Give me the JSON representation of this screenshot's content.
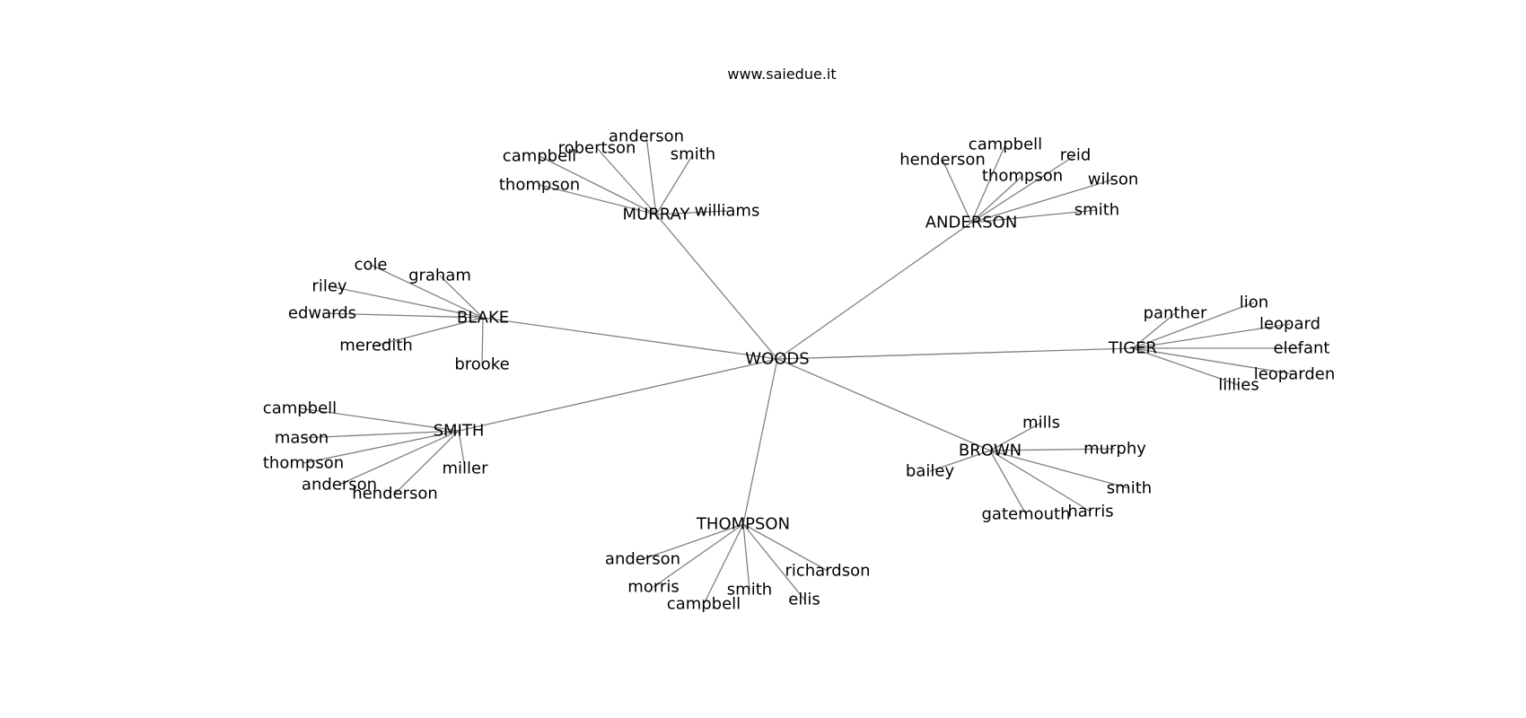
{
  "title": "www.saiedue.it",
  "graph": {
    "root": "WOODS",
    "groups": [
      {
        "hub": "MURRAY",
        "leaves": [
          "anderson",
          "robertson",
          "campbell",
          "smith",
          "thompson",
          "williams"
        ]
      },
      {
        "hub": "ANDERSON",
        "leaves": [
          "campbell",
          "henderson",
          "reid",
          "thompson",
          "wilson",
          "smith"
        ]
      },
      {
        "hub": "BLAKE",
        "leaves": [
          "cole",
          "graham",
          "riley",
          "edwards",
          "meredith",
          "brooke"
        ]
      },
      {
        "hub": "TIGER",
        "leaves": [
          "panther",
          "lion",
          "leopard",
          "elefant",
          "leoparden",
          "lillies"
        ]
      },
      {
        "hub": "SMITH",
        "leaves": [
          "campbell",
          "mason",
          "thompson",
          "anderson",
          "henderson",
          "miller"
        ]
      },
      {
        "hub": "BROWN",
        "leaves": [
          "mills",
          "murphy",
          "bailey",
          "smith",
          "gatemouth",
          "harris"
        ]
      },
      {
        "hub": "THOMPSON",
        "leaves": [
          "anderson",
          "richardson",
          "morris",
          "smith",
          "campbell",
          "ellis"
        ]
      }
    ]
  }
}
